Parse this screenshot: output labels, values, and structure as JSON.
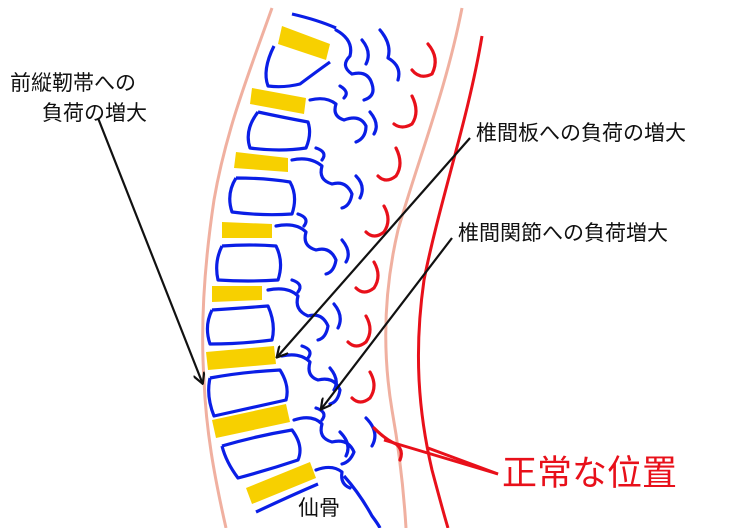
{
  "labels": {
    "ligament_line1": "前縦靭帯への",
    "ligament_line2": "負荷の増大",
    "disc": "椎間板への負荷の増大",
    "facet": "椎間関節への負荷増大",
    "normal": "正常な位置",
    "sacrum": "仙骨"
  },
  "colors": {
    "vertebra_outline": "#0a1ee6",
    "disc_fill": "#f7d000",
    "normal_position": "#e8101a",
    "ligament_line": "#f0b0a0",
    "annotation_text": "#111111",
    "arrow": "#111111"
  }
}
